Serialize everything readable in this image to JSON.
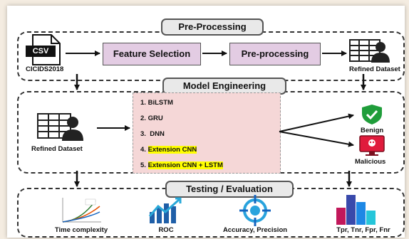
{
  "preprocessing": {
    "title": "Pre-Processing",
    "input_badge": "CSV",
    "input_label": "CICIDS2018",
    "step1": "Feature Selection",
    "step2": "Pre-processing",
    "output_label": "Refined Dataset"
  },
  "model_engineering": {
    "title": "Model Engineering",
    "input_label": "Refined Dataset",
    "models": [
      {
        "num": "1.",
        "name": "BiLSTM",
        "highlight": false
      },
      {
        "num": "2.",
        "name": "GRU",
        "highlight": false
      },
      {
        "num": "3.",
        "name": "DNN",
        "highlight": false
      },
      {
        "num": "4.",
        "name": "Extension CNN",
        "highlight": true
      },
      {
        "num": "5.",
        "name": "Extension CNN + LSTM",
        "highlight": true
      }
    ],
    "outputs": {
      "benign": "Benign",
      "malicious": "Malicious"
    }
  },
  "testing": {
    "title": "Testing / Evaluation",
    "metrics": [
      "Time complexity",
      "ROC",
      "Accuracy, Precision",
      "Tpr, Tnr, Fpr, Fnr"
    ]
  },
  "colors": {
    "box": "#e3cce3",
    "models_bg": "#f5d7d7",
    "highlight": "#ffff00",
    "benign": "#1f9d3a",
    "malicious": "#e01b3c",
    "roc_blue": "#1f5fa8"
  }
}
